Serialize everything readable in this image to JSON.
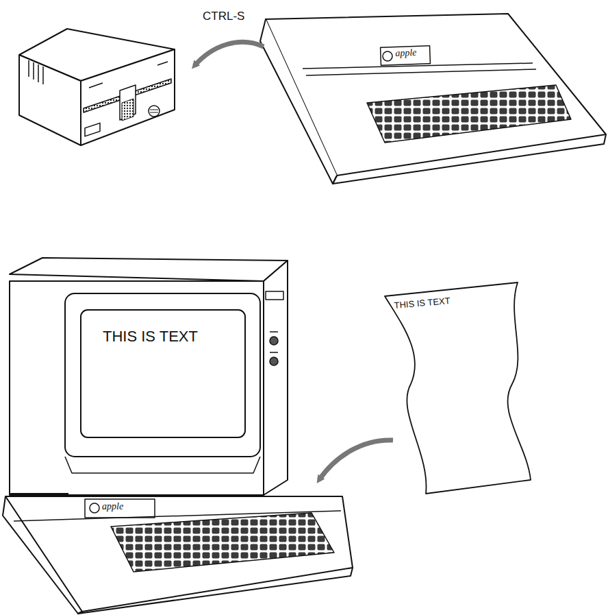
{
  "diagram": {
    "labels": [
      "CTRL-S",
      "apple",
      "THIS IS TEXT",
      "THIS IS TEXT",
      "apple"
    ]
  }
}
